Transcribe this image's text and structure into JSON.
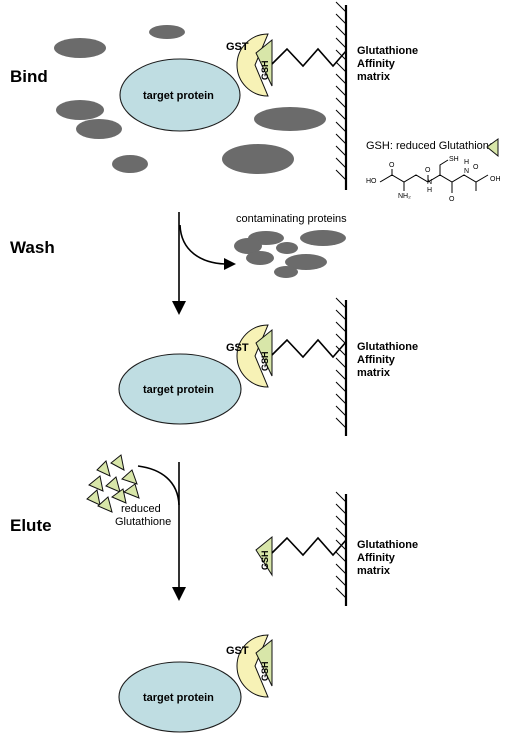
{
  "steps": {
    "bind": "Bind",
    "wash": "Wash",
    "elute": "Elute"
  },
  "labels": {
    "gst": "GST",
    "gsh": "GSH",
    "target_protein": "target protein",
    "matrix_line1": "Glutathione",
    "matrix_line2": "Affinity",
    "matrix_line3": "matrix",
    "gsh_legend": "GSH: reduced Glutathione",
    "contaminating_proteins": "contaminating proteins",
    "reduced_line1": "reduced",
    "reduced_line2": "Glutathione"
  },
  "chem": {
    "sh": "SH",
    "ho": "HO",
    "oh": "OH",
    "o1": "O",
    "o2": "O",
    "o3": "O",
    "o4": "O",
    "n1": "N",
    "n2": "N",
    "h1": "H",
    "h2": "H",
    "nh2": "NH₂"
  },
  "colors": {
    "protein": "#bfdde2",
    "gst": "#f7f2b6",
    "gsh": "#d8e6a9",
    "contaminants": "#6b6b6b"
  }
}
